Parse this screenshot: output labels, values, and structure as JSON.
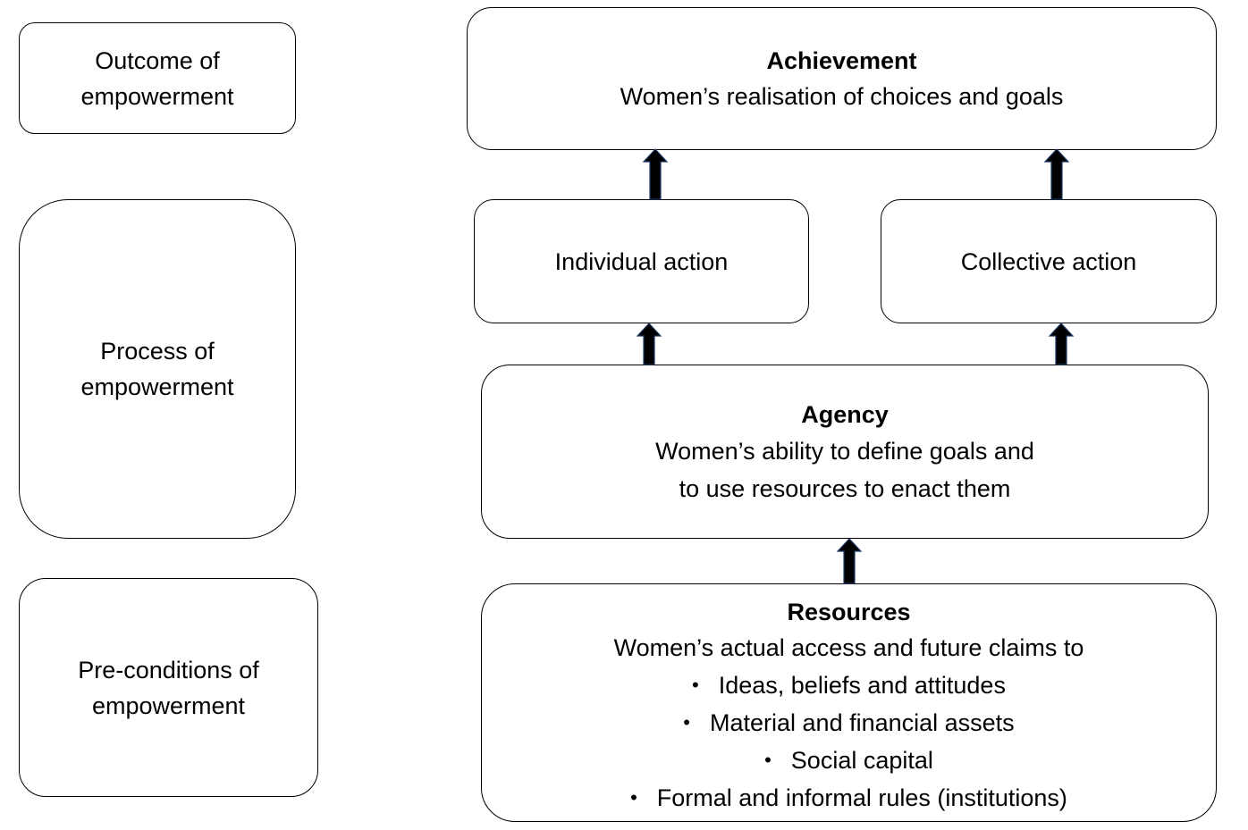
{
  "stage_labels": {
    "outcome": [
      "Outcome of",
      "empowerment"
    ],
    "process": [
      "Process of",
      "empowerment"
    ],
    "preconditions": [
      "Pre-conditions of",
      "empowerment"
    ]
  },
  "achievement": {
    "title": "Achievement",
    "description": "Women’s realisation of choices and goals"
  },
  "individual_action": {
    "label": "Individual action"
  },
  "collective_action": {
    "label": "Collective action"
  },
  "agency": {
    "title": "Agency",
    "description": [
      "Women’s ability to define goals and",
      "to use resources to enact them"
    ]
  },
  "resources": {
    "title": "Resources",
    "description": "Women’s actual access and future claims to",
    "bullet_symbol": "•",
    "items": [
      "Ideas, beliefs and attitudes",
      "Material and financial assets",
      "Social capital",
      "Formal and informal rules (institutions)"
    ]
  },
  "colors": {
    "border": "#000000",
    "arrow_fill": "#000000",
    "arrow_outline": "#1f3864"
  }
}
